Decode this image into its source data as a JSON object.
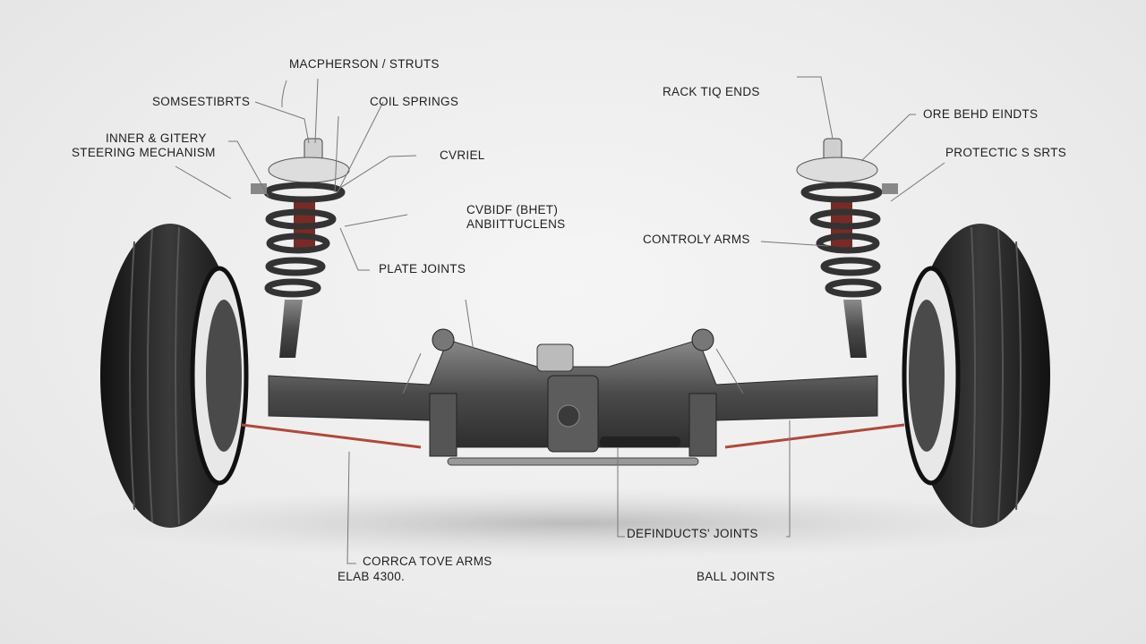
{
  "diagram": {
    "labels": {
      "macpherson_struts": "MACPHERSON / STRUTS",
      "somsestibrts": "SOMSESTIBRTS",
      "coil_springs": "COIL SPRINGS",
      "inner_gitery": "INNER & GITERY",
      "steering_mechanism": "STEERING MECHANISM",
      "cvriel": "CVRIEL",
      "cvbidf_line1": "CVBIDF (BHET)",
      "cvbidf_line2": "ANBIITTUCLENS",
      "plate_joints": "PLATE JOINTS",
      "rack_tiq_ends": "RACK TIQ ENDS",
      "ore_behd_eindts": "ORE BEHD EINDTS",
      "protectic_srts": "PROTECTIC S SRTS",
      "controly_arms": "CONTROLY ARMS",
      "definducts_joints": "DEFINDUCTS' JOINTS",
      "corrcatove_arms": "CORRCA TOVE ARMS",
      "elab": "ELAB 4300.",
      "ball_joints": "BALL JOINTS"
    },
    "colors": {
      "background": "#efefef",
      "metal": "#5a5a5a",
      "tire": "#1c1c1c",
      "accent_red": "#8a2a22",
      "tie_rod": "#b0483a"
    }
  }
}
